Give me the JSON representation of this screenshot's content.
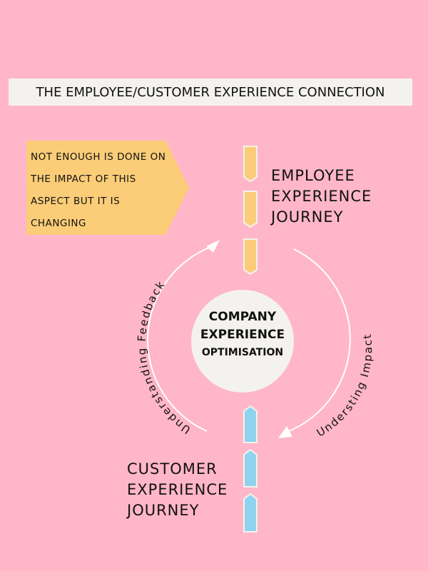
{
  "title": "The Employee/Customer Experience Connection",
  "note": "Not enough is done on the impact of this aspect but it is changing",
  "employee_label": [
    "Employee",
    "Experience",
    "Journey"
  ],
  "customer_label": [
    "Customer",
    "Experience",
    "Journey"
  ],
  "center": [
    "Company",
    "Experience",
    "Optimisation"
  ],
  "left_arc_label": "Understanding Feedback",
  "right_arc_label": "Understing Impact",
  "colors": {
    "background": "#ffb6c8",
    "employee": "#fbcd78",
    "customer": "#8fd3ef",
    "circle": "#f4f2ee"
  }
}
